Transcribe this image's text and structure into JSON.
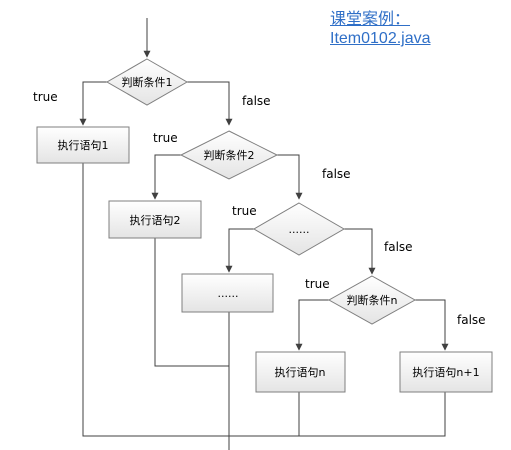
{
  "caption": {
    "line1": "课堂案例：",
    "line2": "Item0102.java"
  },
  "nodes": {
    "cond1": "判断条件1",
    "stmt1": "执行语句1",
    "cond2": "判断条件2",
    "stmt2": "执行语句2",
    "cond3": "......",
    "stmt3": "......",
    "condn": "判断条件n",
    "stmtn": "执行语句n",
    "stmtn1": "执行语句n+1"
  },
  "branch_labels": {
    "true": "true",
    "false": "false"
  },
  "colors": {
    "box_fill_top": "#ffffff",
    "box_fill_bottom": "#e6e6e6",
    "box_stroke": "#7f7f7f",
    "line": "#404040",
    "caption": "#2f6fc7"
  }
}
